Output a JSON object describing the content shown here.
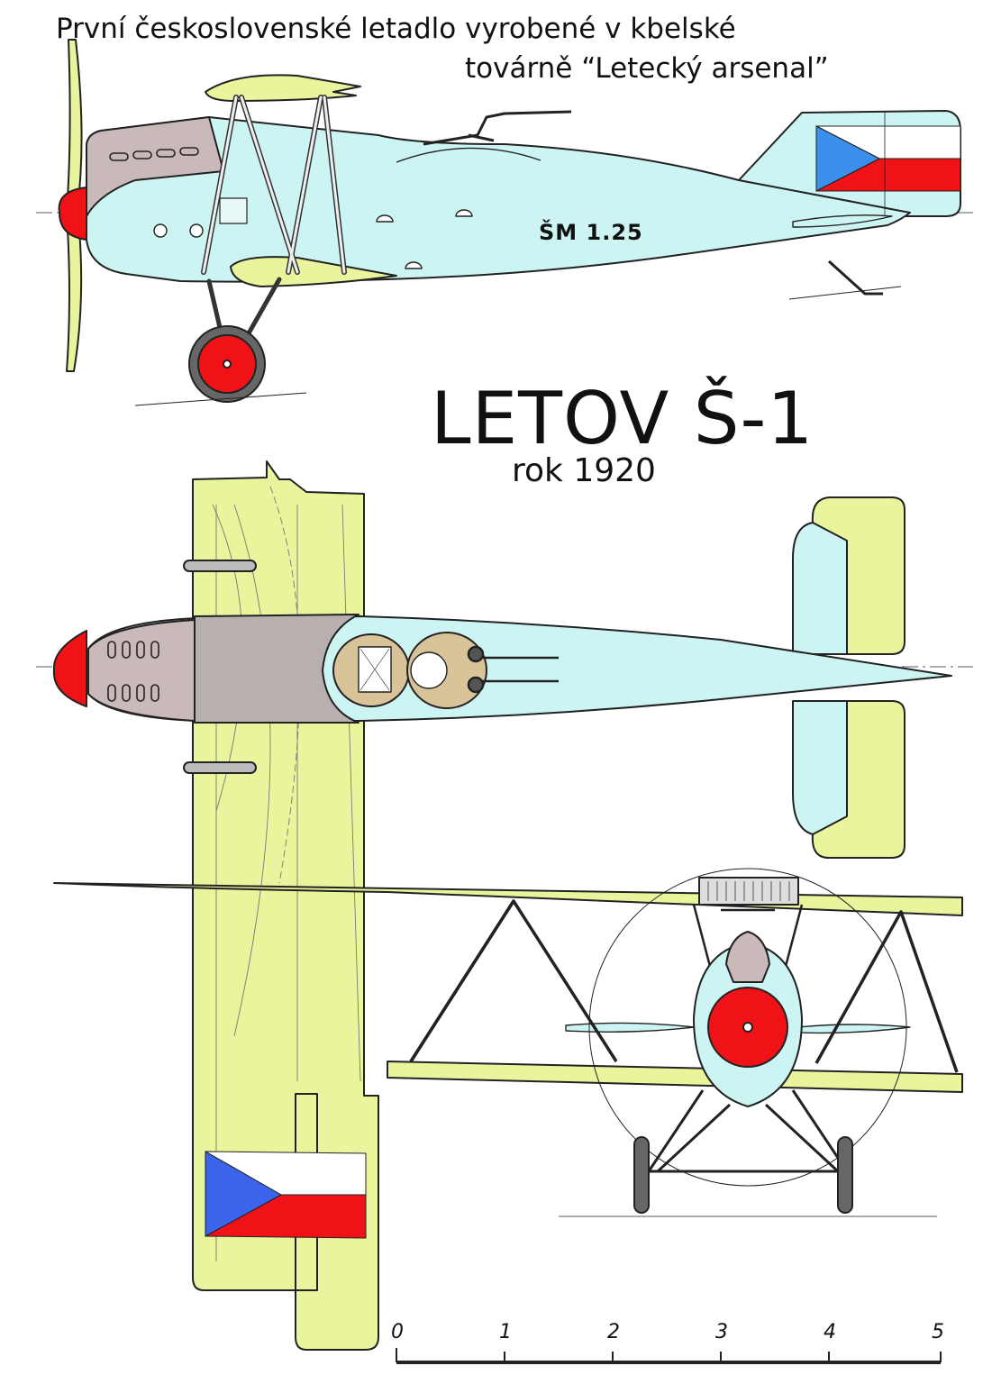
{
  "caption_line1": "První československé letadlo vyrobené v kbelské",
  "caption_line2": "továrně “Letecký arsenal”",
  "title": "LETOV Š-1",
  "year": "rok 1920",
  "registration": "ŠM 1.25",
  "scale": {
    "ticks": [
      "0",
      "1",
      "2",
      "3",
      "4",
      "5"
    ]
  },
  "colors": {
    "fuselage": "#ccf4f2",
    "wing": "#eaf49c",
    "cowling": "#c9b9b9",
    "cockpit_panel": "#b7b0ae",
    "spinner_red": "#f01216",
    "flag_blue": "#3a64ec",
    "flag_white": "#ffffff",
    "outline": "#222222"
  }
}
